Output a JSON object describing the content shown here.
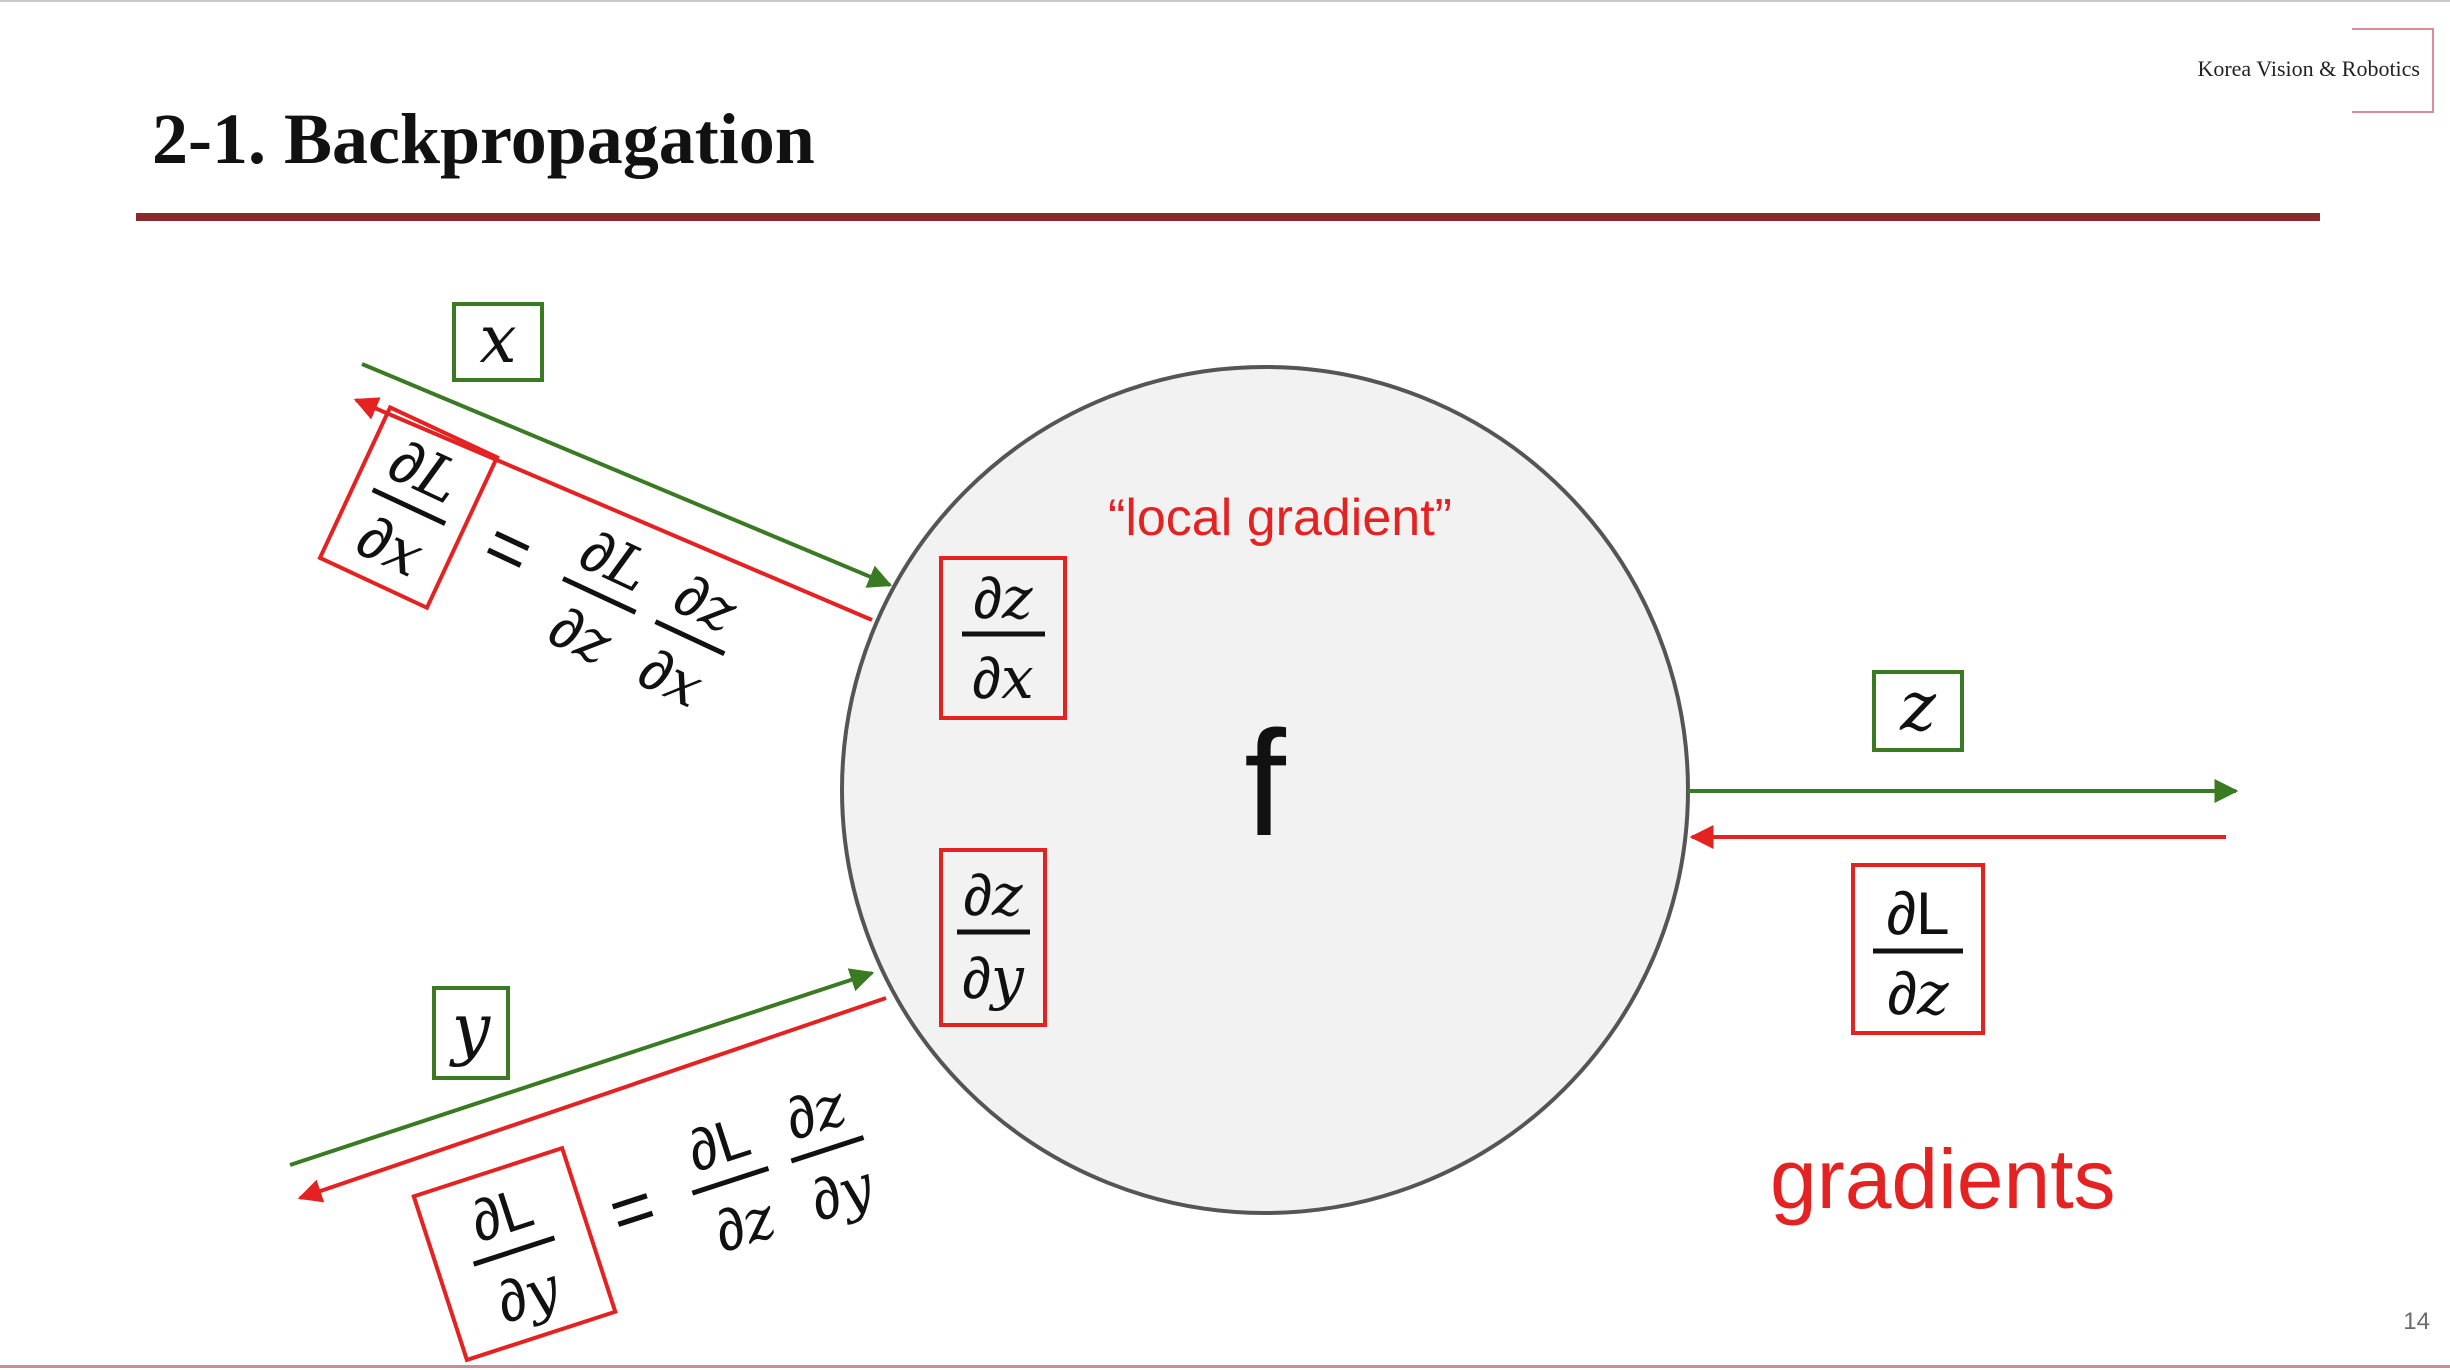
{
  "slide": {
    "brand": "Korea Vision & Robotics",
    "title": "2-1. Backpropagation",
    "page_number": "14"
  },
  "diagram": {
    "node_label": "f",
    "local_gradient_label": "“local gradient”",
    "gradients_label": "gradients",
    "partial_symbol": "∂",
    "input_x": "x",
    "input_y": "y",
    "output_z": "z",
    "equals": "=",
    "symbols": {
      "L": "L",
      "z": "z",
      "x": "x",
      "y": "y"
    },
    "colors": {
      "forward": "#3a7a22",
      "backward": "#e52222",
      "node_fill": "#f2f2f2",
      "node_stroke": "#555555"
    }
  }
}
